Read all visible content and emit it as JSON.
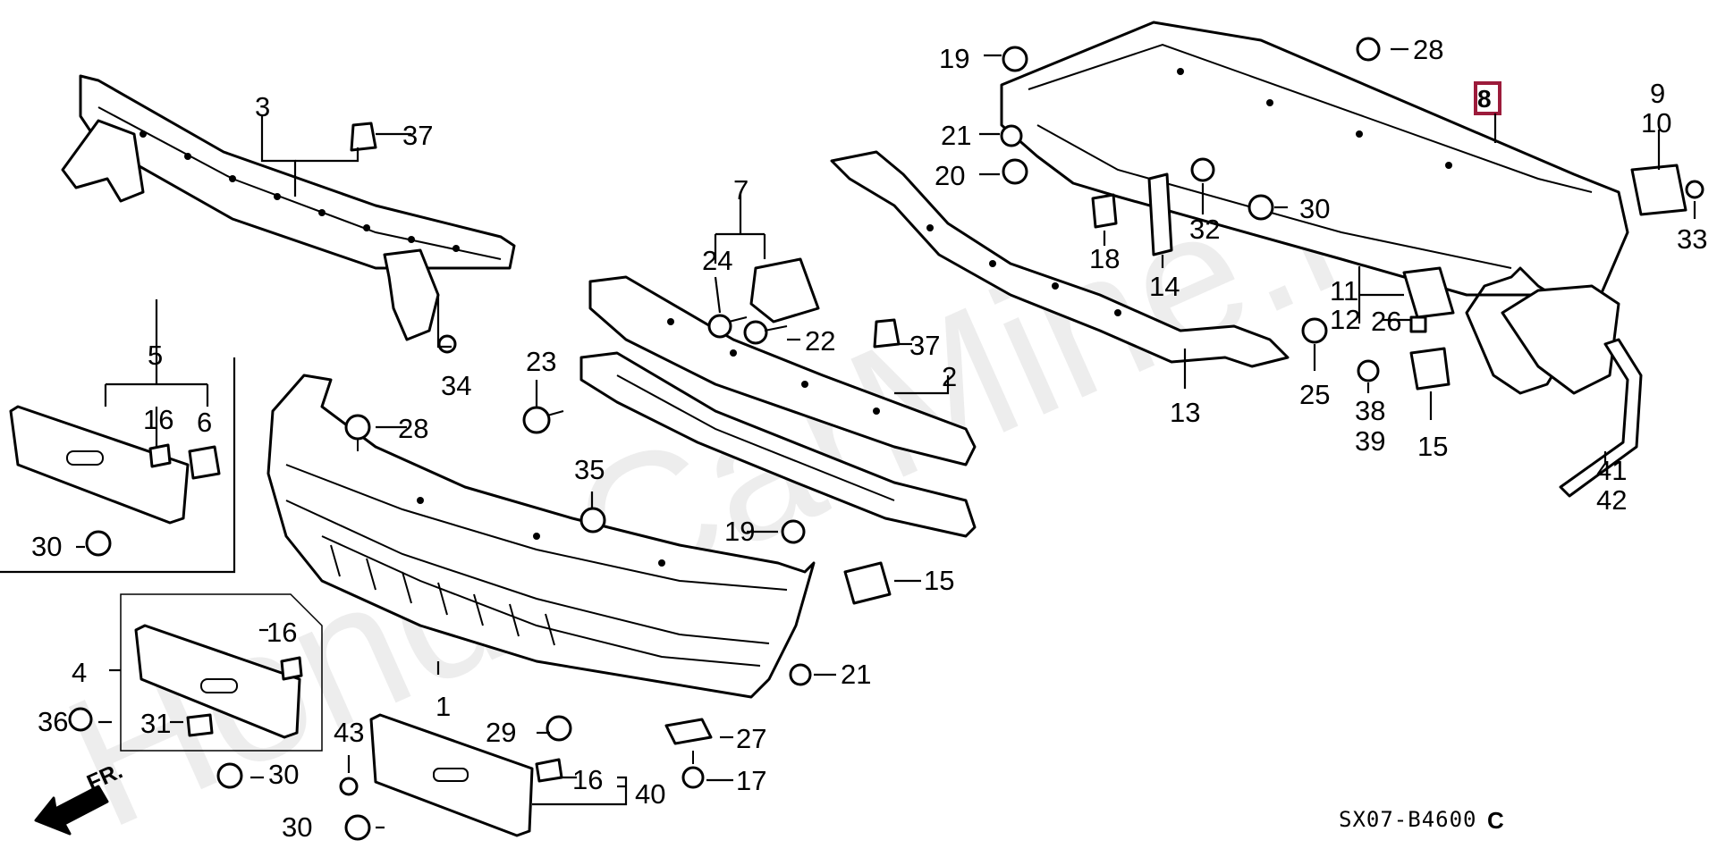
{
  "watermark": "HondaCarMine.ru",
  "diagram_code": "SX07-B4600",
  "diagram_code_suffix": "C",
  "front_marker": "FR.",
  "highlighted_part": "8",
  "callouts": {
    "c1": "1",
    "c2": "2",
    "c3": "3",
    "c4": "4",
    "c5": "5",
    "c6": "6",
    "c7": "7",
    "c8": "8",
    "c9": "9",
    "c10": "10",
    "c11": "11",
    "c12": "12",
    "c13": "13",
    "c14": "14",
    "c15a": "15",
    "c15b": "15",
    "c16a": "16",
    "c16b": "16",
    "c16c": "16",
    "c17": "17",
    "c18": "18",
    "c19a": "19",
    "c19b": "19",
    "c20": "20",
    "c21a": "21",
    "c21b": "21",
    "c22": "22",
    "c23": "23",
    "c24": "24",
    "c25": "25",
    "c26": "26",
    "c27": "27",
    "c28a": "28",
    "c28b": "28",
    "c29": "29",
    "c30a": "30",
    "c30b": "30",
    "c30c": "30",
    "c30d": "30",
    "c31": "31",
    "c32": "32",
    "c33": "33",
    "c34": "34",
    "c35": "35",
    "c36": "36",
    "c37a": "37",
    "c37b": "37",
    "c38": "38",
    "c39": "39",
    "c40": "40",
    "c41": "41",
    "c42": "42",
    "c43": "43"
  },
  "colors": {
    "line": "#000000",
    "highlight": "#9c1b3b",
    "watermark": "#d9d9d9"
  }
}
